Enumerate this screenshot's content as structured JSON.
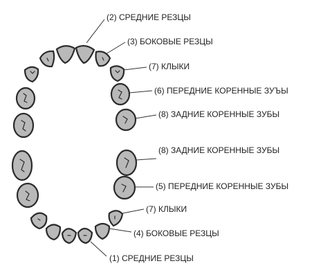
{
  "labels": {
    "upper_central_incisors": "(2) СРЕДНИЕ РЕЗЦЫ",
    "upper_lateral_incisors": "(3) БОКОВЫЕ РЕЗЦЫ",
    "upper_canines": "(7) КЛЫКИ",
    "upper_first_molars": "(6) ПЕРЕДНИЕ КОРЕННЫЕ ЗУЪЫ",
    "upper_second_molars": "(8) ЗАДНИЕ КОРЕННЫЕ ЗУБЫ",
    "lower_second_molars": "(8) ЗАДНИЕ КОРЕННЫЕ ЗУБЫ",
    "lower_first_molars": "(5) ПЕРЕДНИЕ КОРЕННЫЕ ЗУБЫ",
    "lower_canines": "(7) КЛЫКИ",
    "lower_lateral_incisors": "(4) БОКОВЫЕ РЕЗЦЫ",
    "lower_central_incisors": "(1) СРЕДНИЕ РЕЗЦЫ"
  },
  "colors": {
    "tooth_fill": "#b9b9b9",
    "tooth_outline": "#2b2b2b",
    "text": "#222222"
  }
}
